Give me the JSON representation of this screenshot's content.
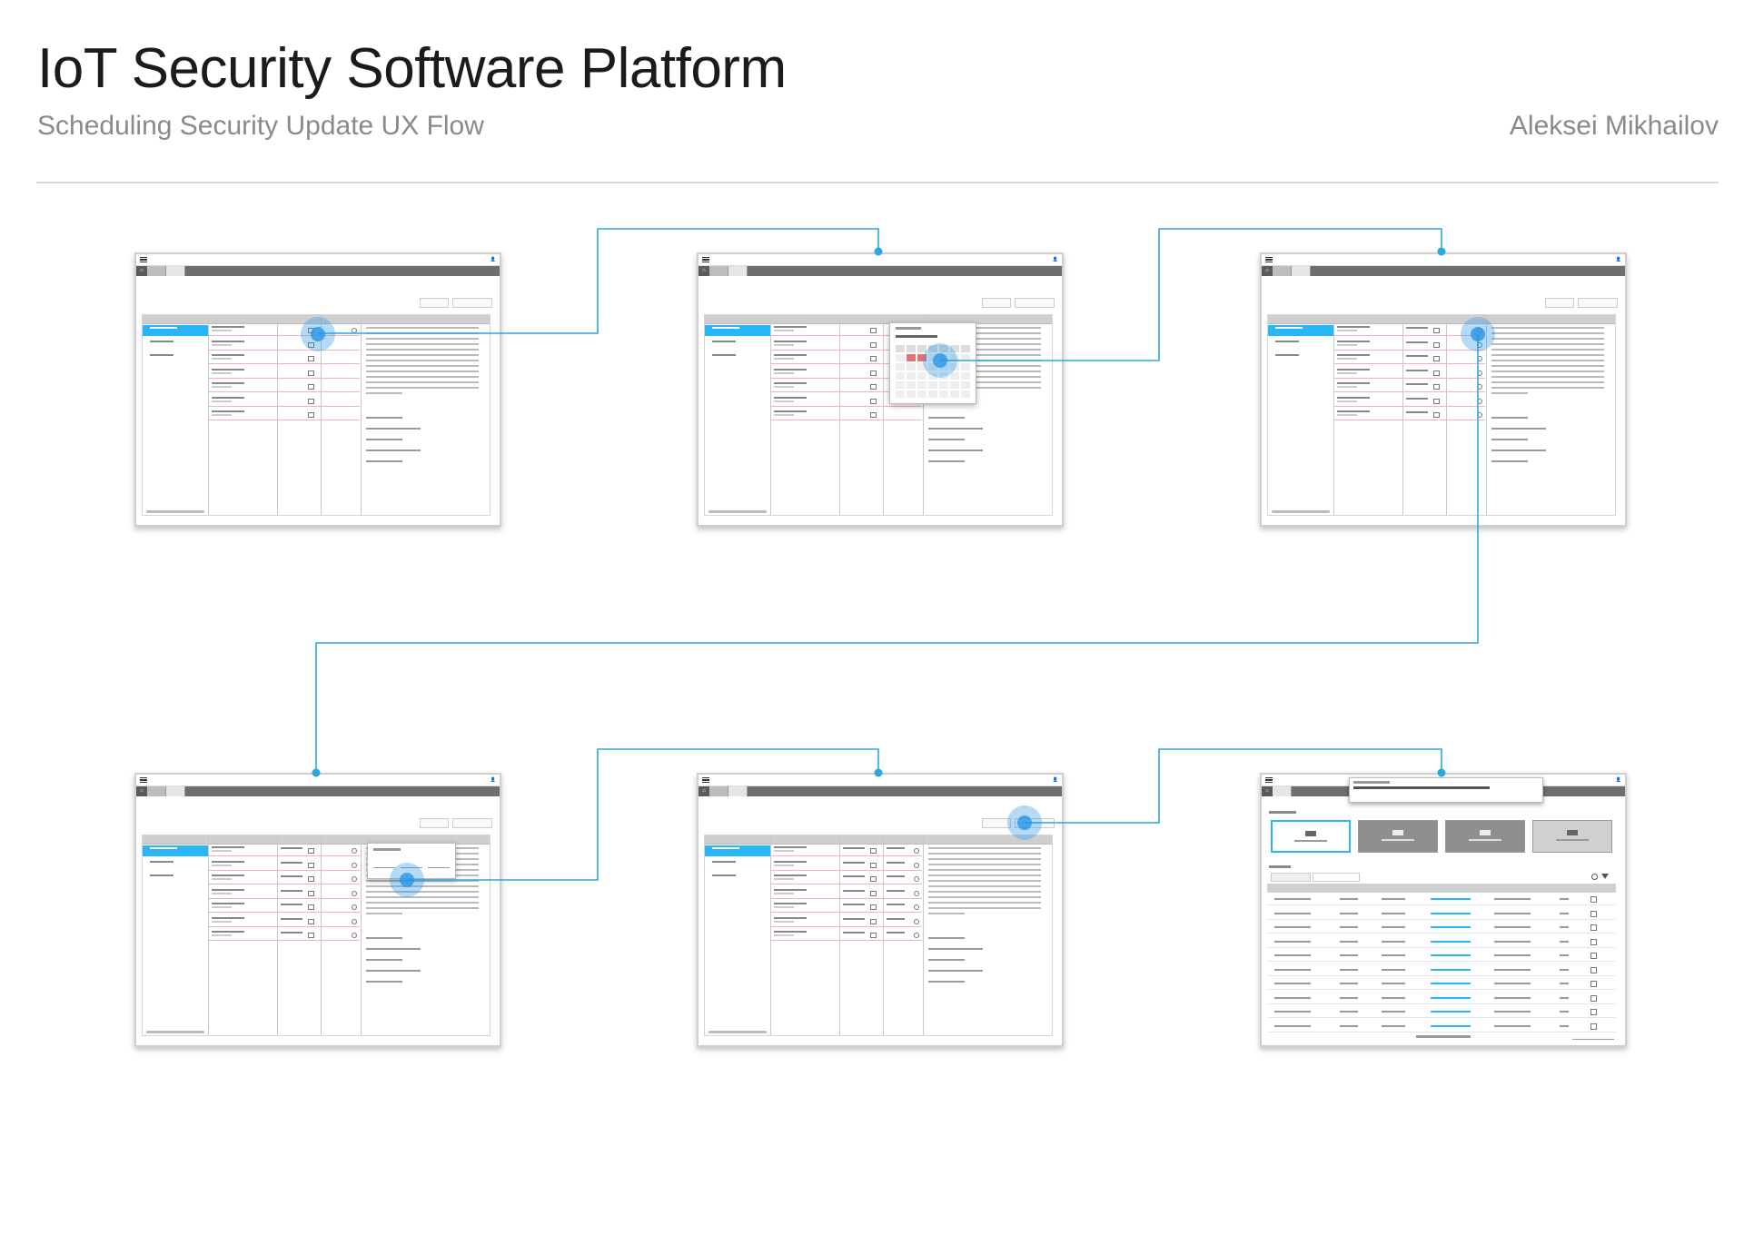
{
  "header": {
    "title": "IoT Security Software Platform",
    "subtitle": "Scheduling Security Update UX Flow",
    "author": "Aleksei Mikhailov"
  },
  "screens": [
    {
      "id": "step-1",
      "state": "select-date"
    },
    {
      "id": "step-2",
      "state": "date-picker-open"
    },
    {
      "id": "step-3",
      "state": "select-time"
    },
    {
      "id": "step-4",
      "state": "time-picker-open"
    },
    {
      "id": "step-5",
      "state": "schedule-update"
    },
    {
      "id": "step-6",
      "state": "update-scheduled"
    }
  ],
  "colors": {
    "connector": "#29a9e0",
    "accent": "#29b6f6",
    "badge": "#e53935",
    "tabbar": "#6e6e6e"
  },
  "icons": [
    "menu-icon",
    "home-icon",
    "user-icon",
    "calendar-icon",
    "clock-icon",
    "search-icon",
    "filter-icon"
  ]
}
